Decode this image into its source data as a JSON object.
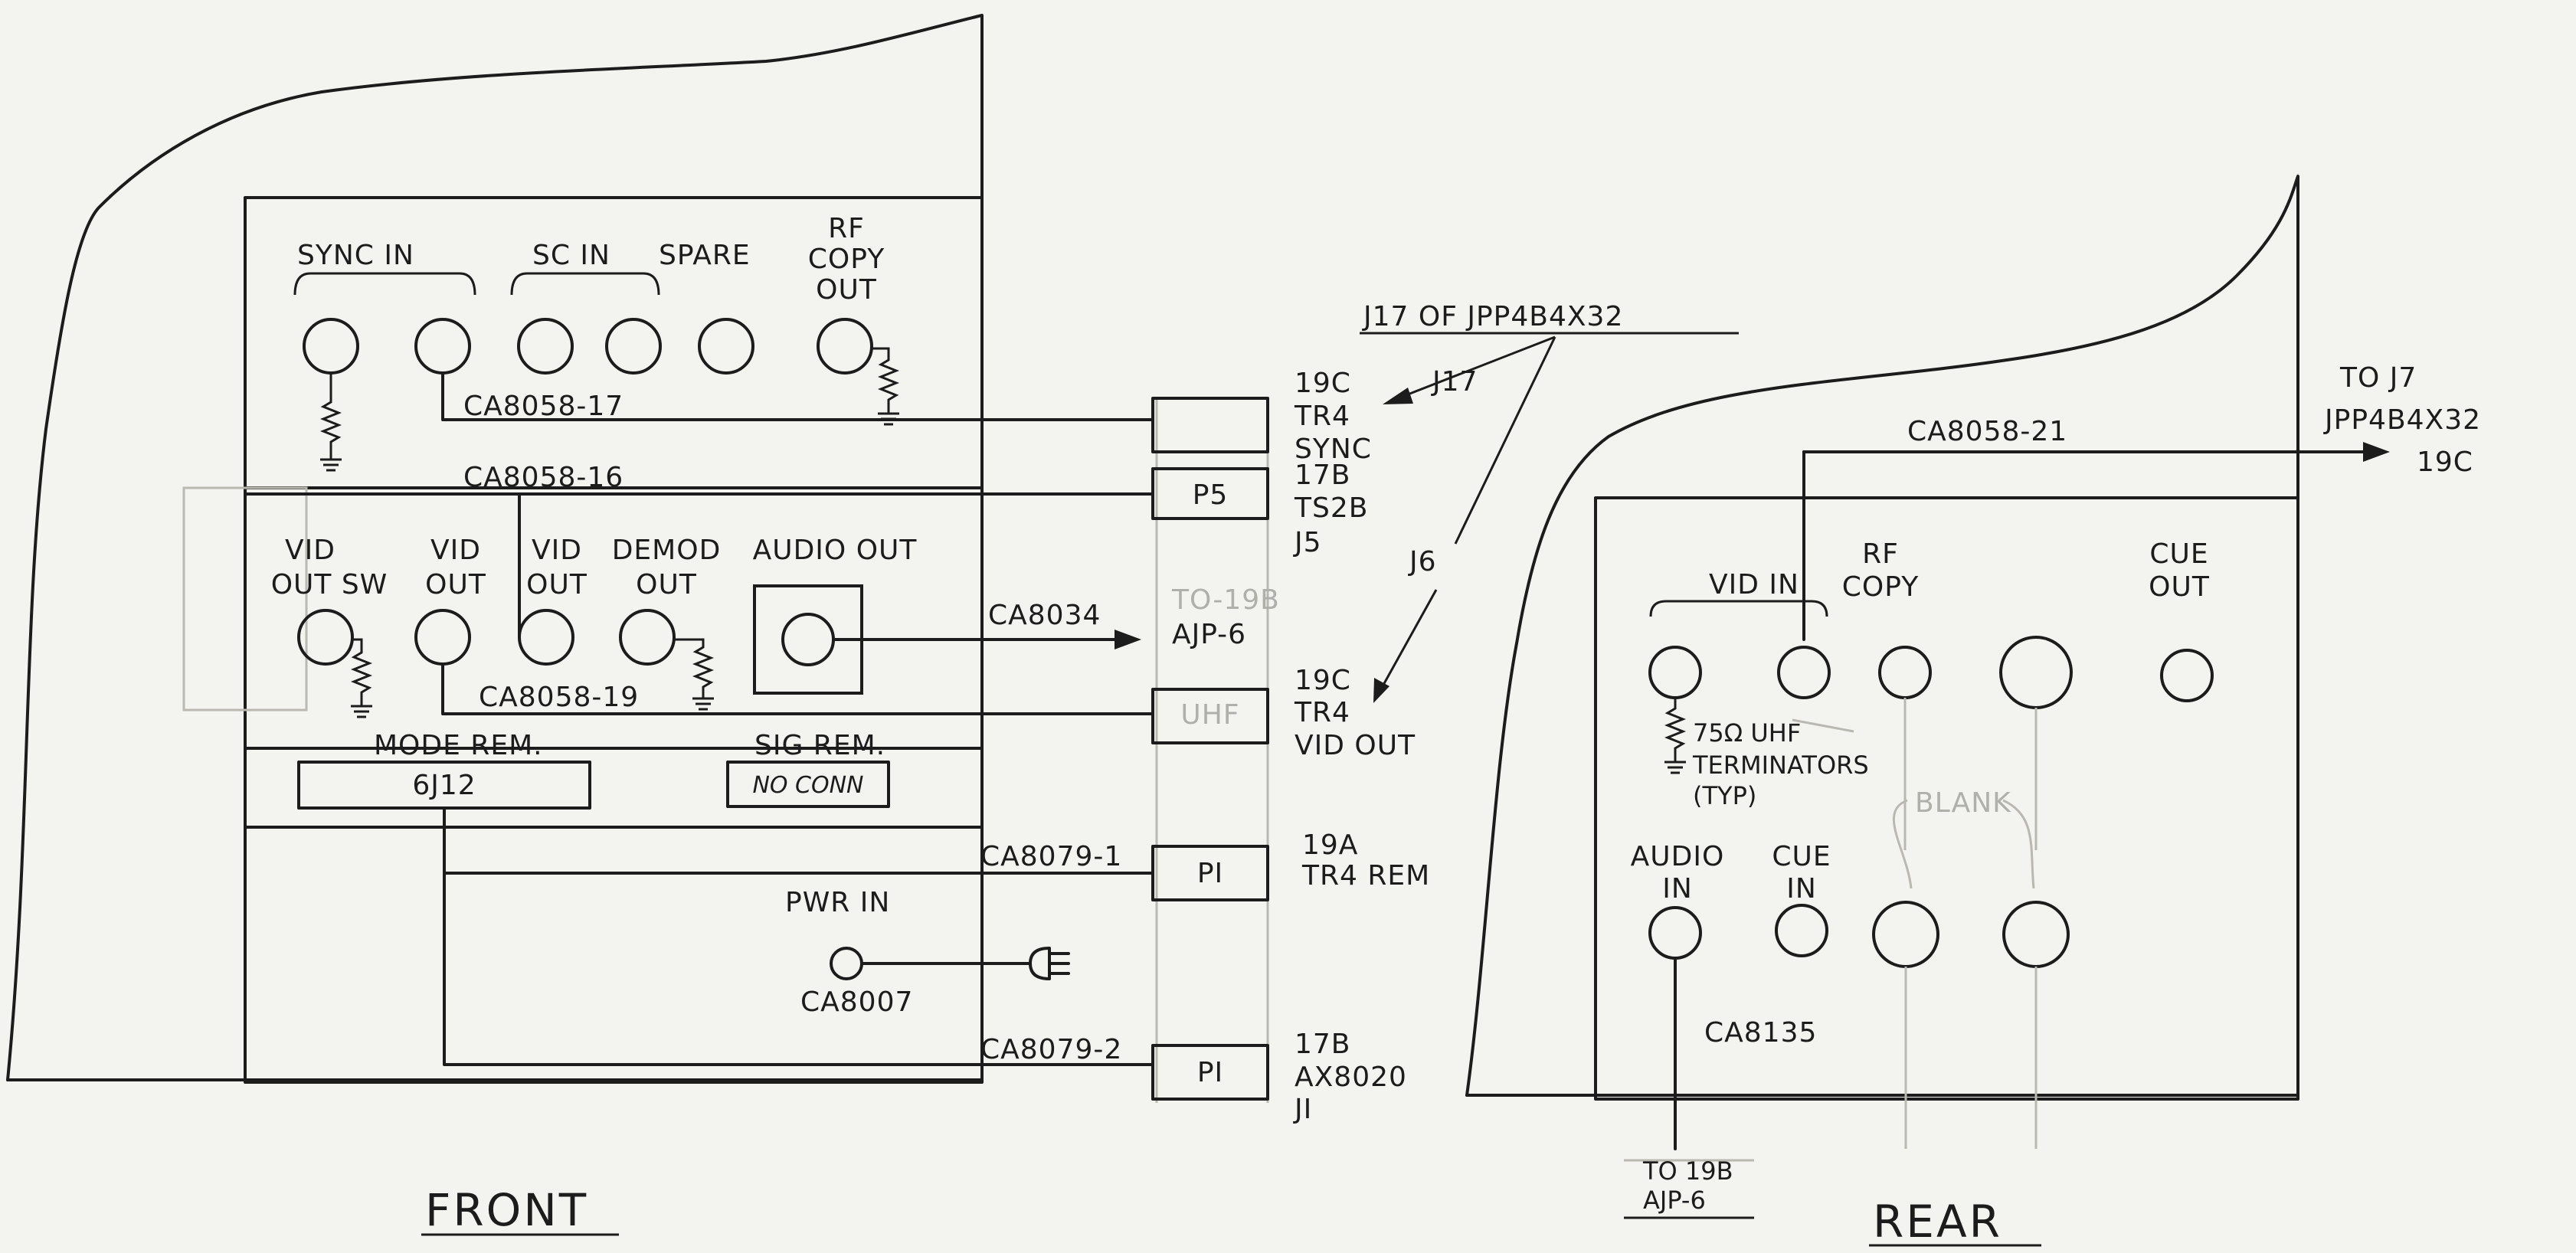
{
  "front": {
    "title": "FRONT",
    "sync_in": "SYNC IN",
    "sc_in": "SC IN",
    "spare": "SPARE",
    "rf_copy_out": [
      "RF",
      "COPY",
      "OUT"
    ],
    "vid_out_sw": [
      "VID",
      "OUT SW"
    ],
    "vid_out_1": [
      "VID",
      "OUT"
    ],
    "vid_out_2": [
      "VID",
      "OUT"
    ],
    "demod_out": [
      "DEMOD",
      "OUT"
    ],
    "audio_out": "AUDIO OUT",
    "mode_rem": "MODE REM.",
    "mode_rem_value": "6J12",
    "sig_rem": "SIG REM.",
    "sig_rem_value": "NO CONN",
    "pwr_in": "PWR IN",
    "pwr_cable": "CA8007"
  },
  "cables": {
    "c17": "CA8058-17",
    "c16": "CA8058-16",
    "c19": "CA8058-19",
    "c8034": "CA8034",
    "c8079_1": "CA8079-1",
    "c8079_2": "CA8079-2",
    "c21": "CA8058-21"
  },
  "connectors": {
    "p5": "P5",
    "uhf": "UHF",
    "p1a": "PI",
    "p1b": "PI"
  },
  "destinations": {
    "j17_note": "J17 OF JPP4B4X32",
    "j17": "J17",
    "j6": "J6",
    "sync": [
      "19C",
      "TR4",
      "SYNC"
    ],
    "ts2b": [
      "17B",
      "TS2B",
      "J5"
    ],
    "to_19b": [
      "TO-19B",
      "AJP-6"
    ],
    "vidout": [
      "19C",
      "TR4",
      "VID OUT"
    ],
    "tr4rem": [
      "19A",
      "TR4 REM"
    ],
    "ax8020": [
      "17B",
      "AX8020",
      "JI"
    ],
    "to_j7": [
      "TO J7",
      "JPP4B4X32",
      "19C"
    ]
  },
  "rear": {
    "title": "REAR",
    "vid_in": "VID IN",
    "rf_copy": [
      "RF",
      "COPY"
    ],
    "cue_out": [
      "CUE",
      "OUT"
    ],
    "terminators": [
      "75Ω UHF",
      "TERMINATORS",
      "(TYP)"
    ],
    "blank": "BLANK",
    "audio_in": [
      "AUDIO",
      "IN"
    ],
    "cue_in": [
      "CUE",
      "IN"
    ],
    "part": "CA8135",
    "to_19b": [
      "TO 19B",
      "AJP-6"
    ]
  }
}
